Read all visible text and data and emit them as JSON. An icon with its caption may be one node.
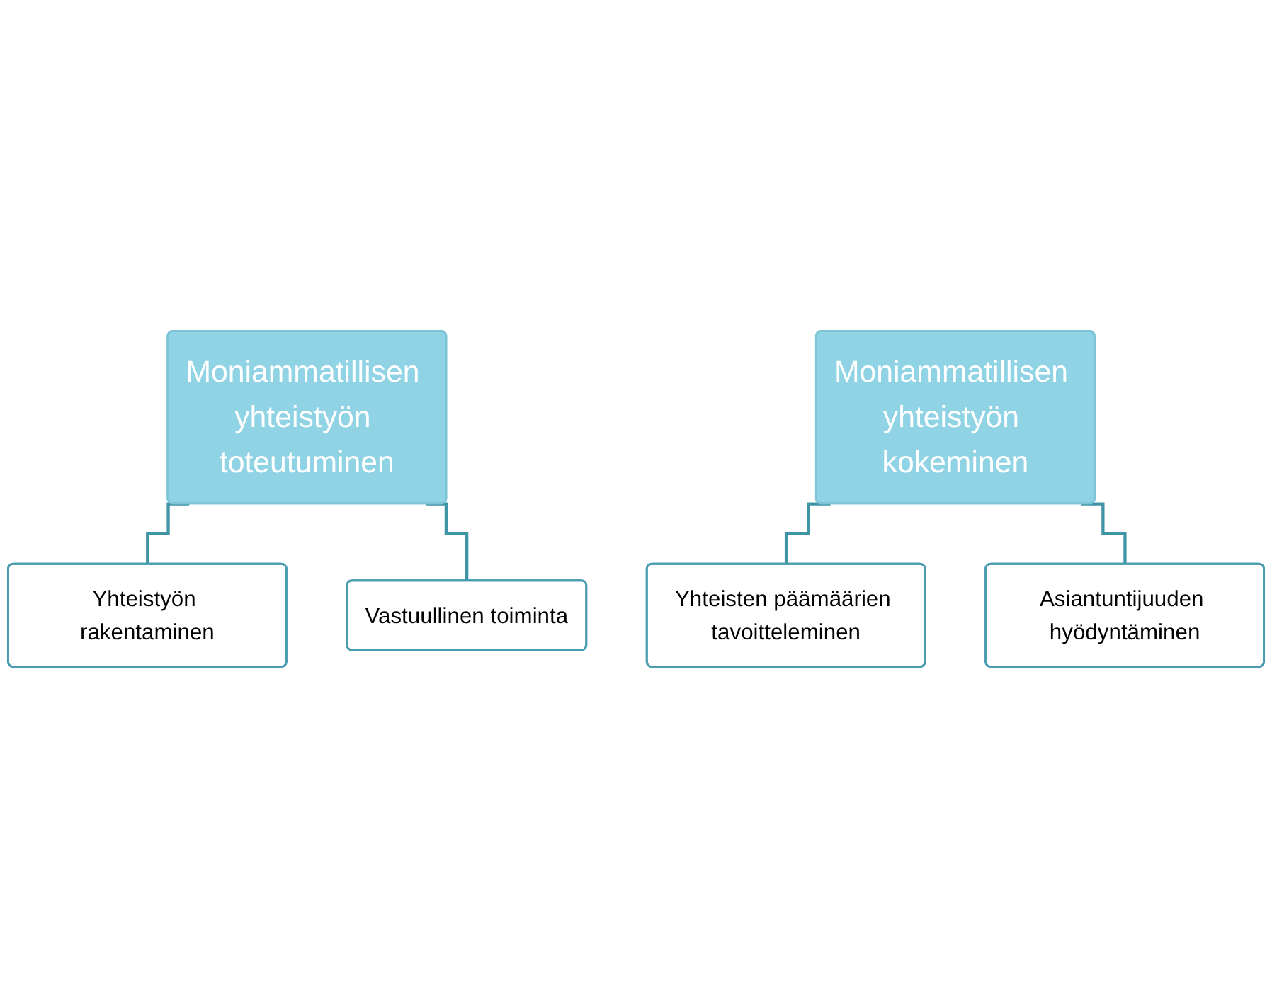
{
  "diagram": {
    "nodes": [
      {
        "text": [
          "Moniammatillisen yhteistyön toteutuminen"
        ]
      },
      {
        "text": [
          "Yhteistyön rakentaminen"
        ]
      },
      {
        "text": [
          "Vastuullinen toiminta"
        ]
      },
      {
        "text": [
          "Moniammatillisen yhteistyön kokeminen"
        ]
      },
      {
        "text": [
          "Yhteisten päämäärien tavoitteleminen"
        ]
      },
      {
        "text": [
          "Asiantuntijuuden hyödyntäminen"
        ]
      }
    ],
    "edges": [
      {
        "from": 0,
        "to": 1,
        "arrow": "none"
      },
      {
        "from": 0,
        "to": 2,
        "arrow": "none"
      },
      {
        "from": 3,
        "to": 4,
        "arrow": "none"
      },
      {
        "from": 3,
        "to": 5,
        "arrow": "none"
      }
    ]
  }
}
